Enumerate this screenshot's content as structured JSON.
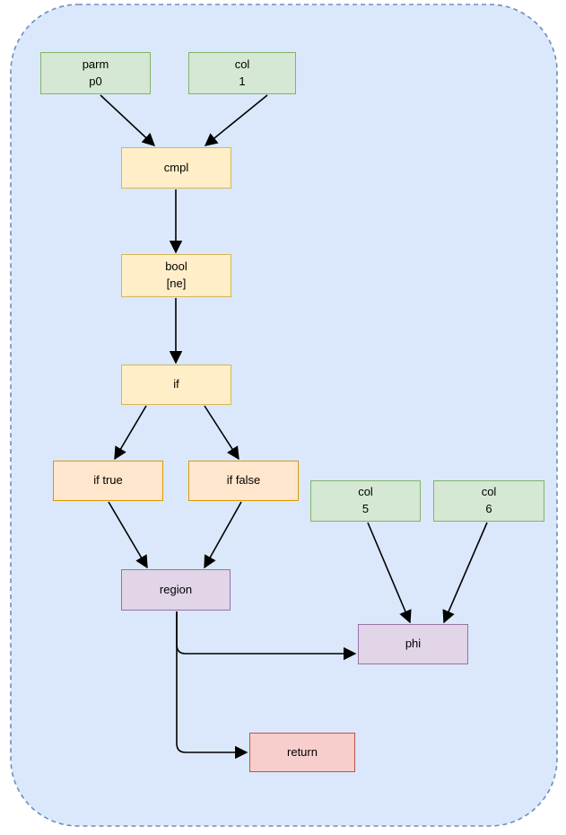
{
  "palette": {
    "canvas_background": "#ffffff",
    "container_fill": "#dbe8fb",
    "container_border": "#6c8ebf",
    "green_fill": "#d5e8d4",
    "green_border": "#82b366",
    "yellow_fill": "#ffeec8",
    "yellow_border": "#d6b656",
    "orange_fill": "#ffe6cc",
    "orange_border": "#d79b00",
    "purple_fill": "#e1d5e7",
    "purple_border": "#9673a6",
    "red_fill": "#f8cecc",
    "red_border": "#b85450",
    "edge_color": "#000000"
  },
  "diagram": {
    "nodes": {
      "parm_p0": {
        "label": "parm\np0",
        "color": "green"
      },
      "col_1": {
        "label": "col\n1",
        "color": "green"
      },
      "cmpl": {
        "label": "cmpl",
        "color": "yellow"
      },
      "bool_ne": {
        "label": "bool\n[ne]",
        "color": "yellow"
      },
      "if": {
        "label": "if",
        "color": "yellow"
      },
      "if_true": {
        "label": "if true",
        "color": "orange"
      },
      "if_false": {
        "label": "if false",
        "color": "orange"
      },
      "region": {
        "label": "region",
        "color": "purple"
      },
      "col_5": {
        "label": "col\n5",
        "color": "green"
      },
      "col_6": {
        "label": "col\n6",
        "color": "green"
      },
      "phi": {
        "label": "phi",
        "color": "purple"
      },
      "return": {
        "label": "return",
        "color": "red"
      }
    },
    "edges": [
      {
        "from": "parm_p0",
        "to": "cmpl"
      },
      {
        "from": "col_1",
        "to": "cmpl"
      },
      {
        "from": "cmpl",
        "to": "bool_ne"
      },
      {
        "from": "bool_ne",
        "to": "if"
      },
      {
        "from": "if",
        "to": "if_true"
      },
      {
        "from": "if",
        "to": "if_false"
      },
      {
        "from": "if_true",
        "to": "region"
      },
      {
        "from": "if_false",
        "to": "region"
      },
      {
        "from": "col_5",
        "to": "phi"
      },
      {
        "from": "col_6",
        "to": "phi"
      },
      {
        "from": "region",
        "to": "phi"
      },
      {
        "from": "region",
        "to": "return"
      }
    ]
  }
}
